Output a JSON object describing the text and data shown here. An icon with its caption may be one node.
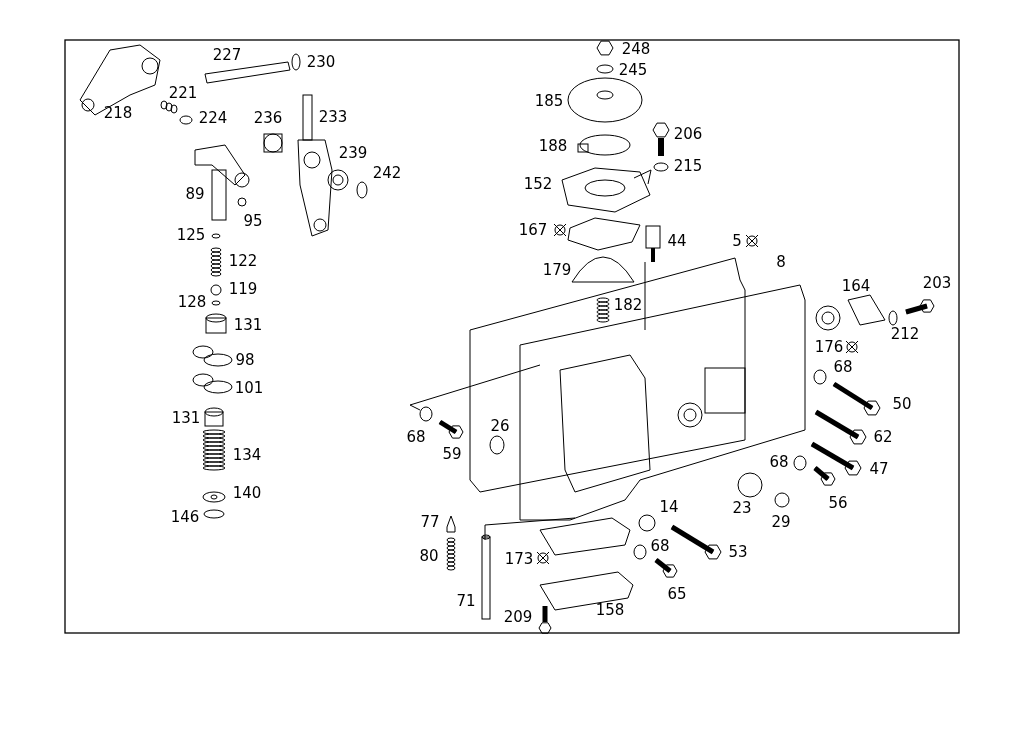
{
  "diagram": {
    "labels": [
      "248",
      "227",
      "230",
      "245",
      "221",
      "185",
      "233",
      "218",
      "224",
      "236",
      "206",
      "188",
      "239",
      "215",
      "242",
      "152",
      "89",
      "95",
      "167",
      "44",
      "5",
      "125",
      "179",
      "8",
      "122",
      "164",
      "203",
      "119",
      "128",
      "182",
      "131",
      "212",
      "176",
      "98",
      "68",
      "101",
      "50",
      "68",
      "59",
      "26",
      "131",
      "62",
      "134",
      "47",
      "68",
      "56",
      "23",
      "29",
      "14",
      "140",
      "146",
      "77",
      "80",
      "173",
      "68",
      "53",
      "71",
      "65",
      "209",
      "158"
    ]
  }
}
